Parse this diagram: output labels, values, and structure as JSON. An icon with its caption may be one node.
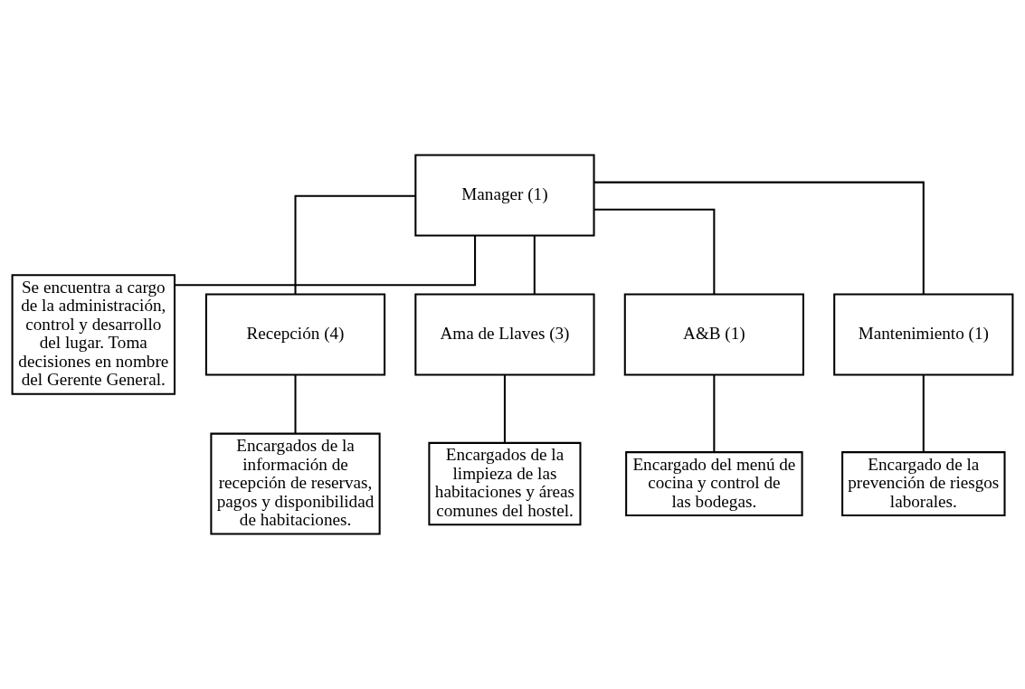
{
  "diagram": {
    "nodes": [
      {
        "text": [
          "Manager (1)"
        ]
      },
      {
        "text": [
          "Se encuentra a cargo de la administración, control y desarrollo del lugar. Toma decisiones en nombre del Gerente General."
        ]
      },
      {
        "text": [
          "Recepción (4)"
        ]
      },
      {
        "text": [
          "Ama de Llaves (3)"
        ]
      },
      {
        "text": [
          "A&B (1)"
        ]
      },
      {
        "text": [
          "Mantenimiento (1)"
        ]
      },
      {
        "text": [
          "Encargados de la información de recepción de reservas, pagos y disponibilidad de habitaciones."
        ]
      },
      {
        "text": [
          "Encargados de la limpieza de las habitaciones y áreas comunes del hostel."
        ]
      },
      {
        "text": [
          "Encargado del menú de cocina y control de las bodegas."
        ]
      },
      {
        "text": [
          "Encargado de la prevención de riesgos laborales."
        ]
      }
    ],
    "edges": [
      {
        "from": 0,
        "to": 1,
        "arrow": "none"
      },
      {
        "from": 0,
        "to": 2,
        "arrow": "none"
      },
      {
        "from": 0,
        "to": 3,
        "arrow": "none"
      },
      {
        "from": 0,
        "to": 4,
        "arrow": "none"
      },
      {
        "from": 0,
        "to": 5,
        "arrow": "none"
      },
      {
        "from": 2,
        "to": 6,
        "arrow": "none"
      },
      {
        "from": 3,
        "to": 7,
        "arrow": "none"
      },
      {
        "from": 4,
        "to": 8,
        "arrow": "none"
      },
      {
        "from": 5,
        "to": 9,
        "arrow": "none"
      }
    ]
  }
}
